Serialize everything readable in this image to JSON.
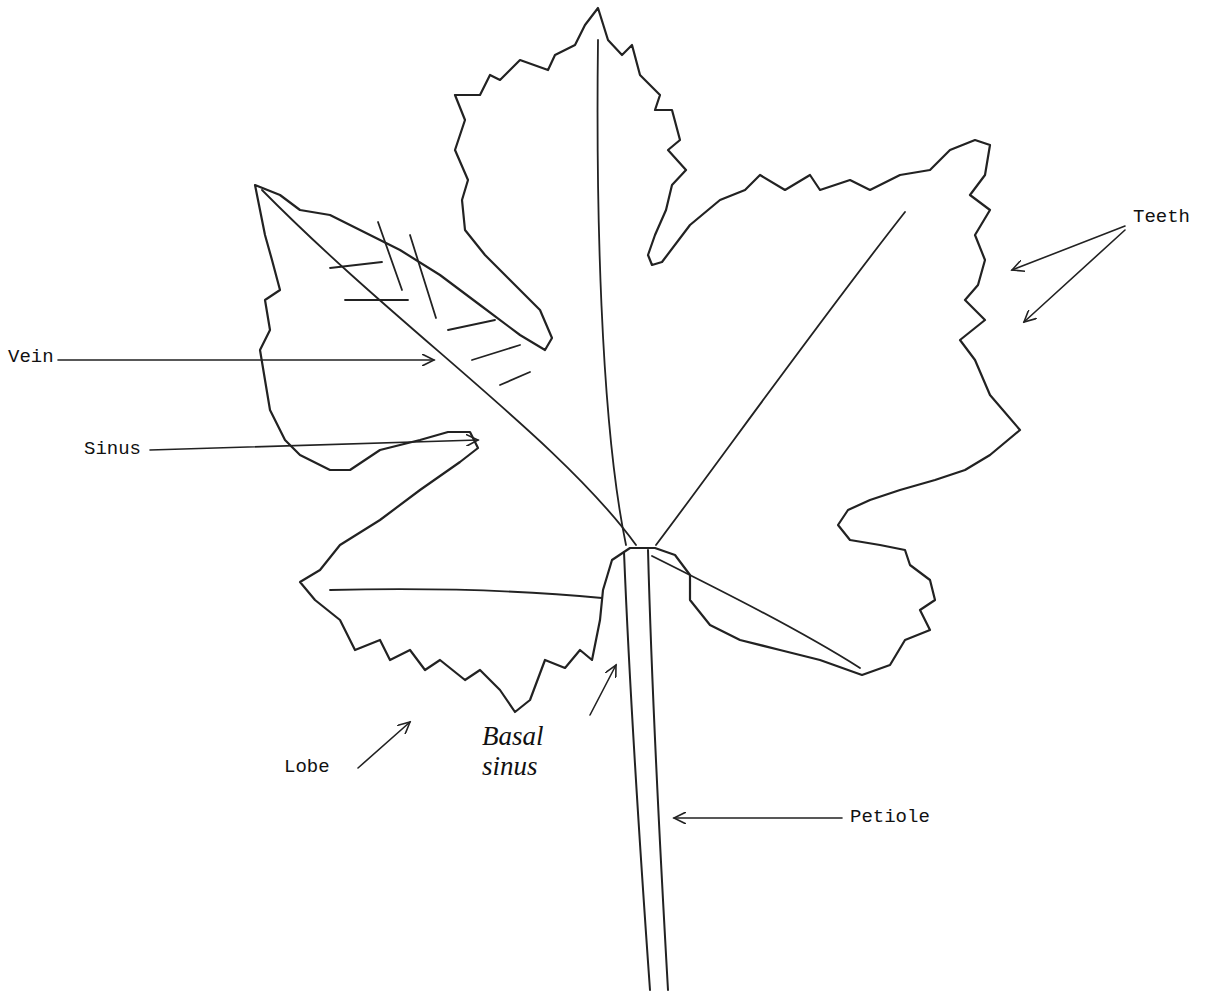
{
  "diagram": {
    "labels": [
      "Teeth",
      "Vein",
      "Sinus",
      "Lobe",
      "Basal sinus",
      "Petiole"
    ]
  }
}
